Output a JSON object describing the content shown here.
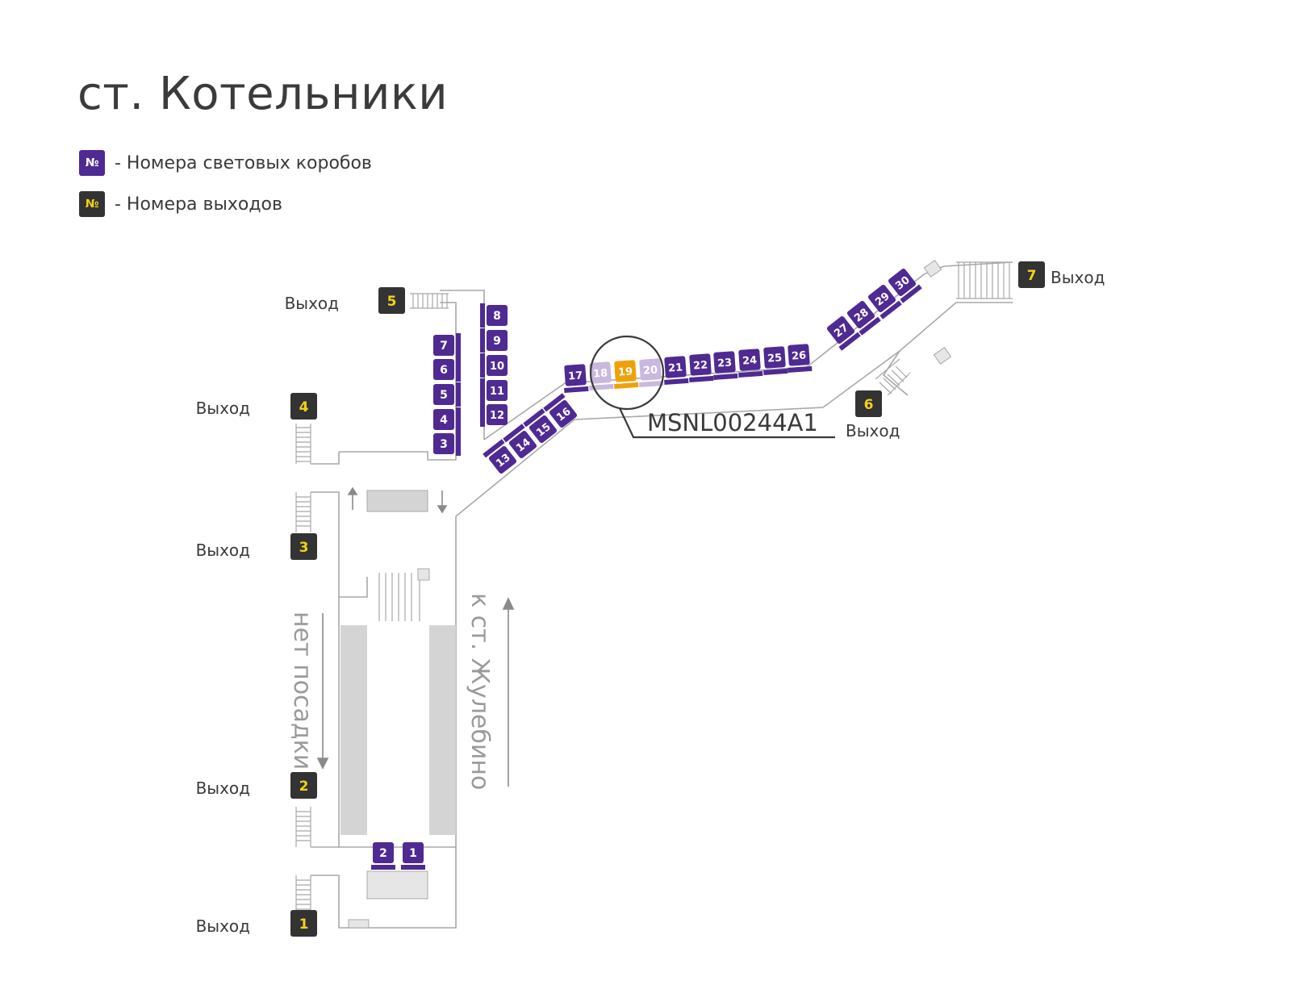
{
  "title": "ст. Котельники",
  "legend": [
    {
      "symbol": "№",
      "text": "- Номера световых коробов",
      "style": "purple"
    },
    {
      "symbol": "№",
      "text": "- Номера выходов",
      "style": "dark"
    }
  ],
  "colors": {
    "lightbox": "#4f2a92",
    "lightbox_inactive": "#c9b8de",
    "lightbox_highlight": "#f0a10a",
    "exit_box": "#333333",
    "exit_number": "#f2d21a",
    "walls": "#a8a8a8",
    "platform": "#d4d4d4"
  },
  "exit_word": "Выход",
  "exits": [
    "1",
    "2",
    "3",
    "4",
    "5",
    "6",
    "7"
  ],
  "lightboxes": [
    "1",
    "2",
    "3",
    "4",
    "5",
    "6",
    "7",
    "8",
    "9",
    "10",
    "11",
    "12",
    "13",
    "14",
    "15",
    "16",
    "17",
    "18",
    "19",
    "20",
    "21",
    "22",
    "23",
    "24",
    "25",
    "26",
    "27",
    "28",
    "29",
    "30"
  ],
  "highlighted_box": "19",
  "inactive_boxes": [
    "18",
    "20"
  ],
  "callout_code": "MSNL00244A1",
  "direction_left": "нет посадки",
  "direction_right": "к ст. Жулебино"
}
